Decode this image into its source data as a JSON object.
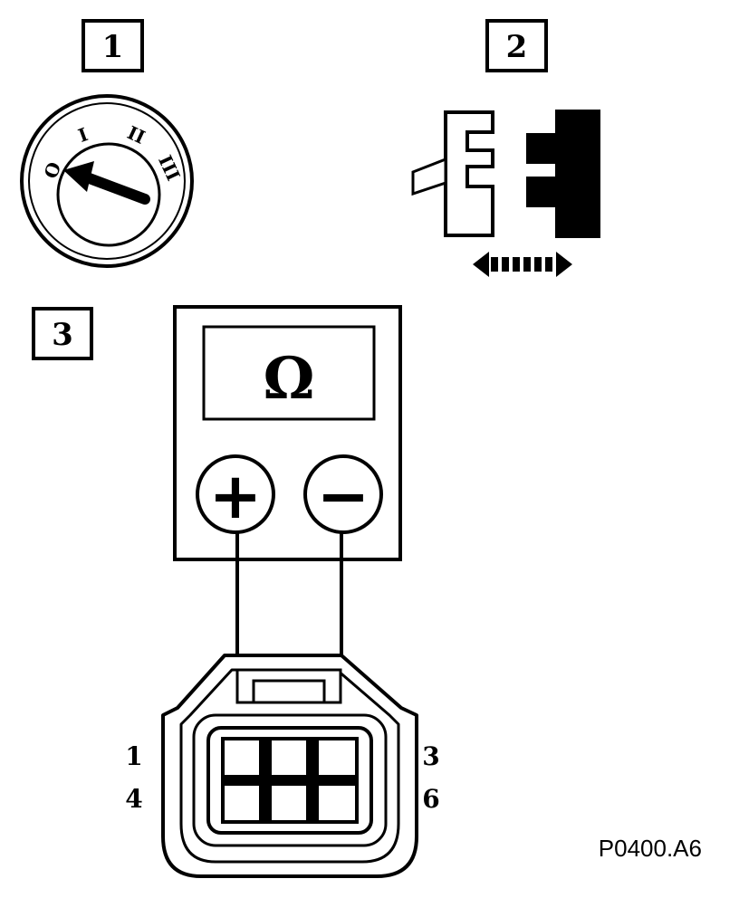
{
  "steps": [
    {
      "label": "1"
    },
    {
      "label": "2"
    },
    {
      "label": "3"
    }
  ],
  "ignition_switch": {
    "positions": [
      "O",
      "I",
      "II",
      "III"
    ]
  },
  "meter": {
    "display_symbol": "Ω",
    "positive_symbol": "+",
    "negative_symbol": "−"
  },
  "connector": {
    "pin_labels": {
      "top_left": "1",
      "bottom_left": "4",
      "top_right": "3",
      "bottom_right": "6"
    }
  },
  "reference_code": "P0400.A6"
}
